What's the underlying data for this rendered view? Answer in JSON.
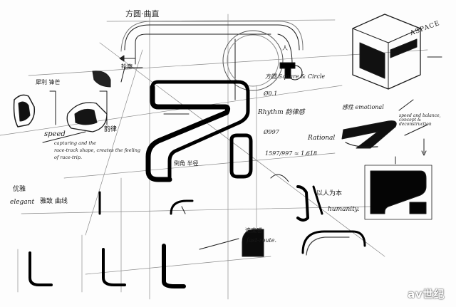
{
  "colors": {
    "ink": "#111111",
    "paper": "#fdfdfd",
    "guide": "#9a9a9a",
    "fill": "#0b0b0b"
  },
  "notes": {
    "top_title": "方圆·曲直",
    "square_circle": "方圆 Square & Circle",
    "d0_1": "Ø0.1",
    "rhythm": "Rhythm 韵律感",
    "d997": "Ø997",
    "ratio": "1597/997 ≈ 1.618",
    "rational": "Rational",
    "sense": "感性 emotional",
    "speed_note": "speed and balance, concept & deconstruction",
    "humanity_cn": "以人为本",
    "humanity": "humanity.",
    "elegant_cn": "优雅",
    "elegant": "elegant",
    "elegant_tag": "雅致 曲线",
    "sharp_cn": "犀利 锋芒",
    "speed": "speed",
    "rhythm_cn": "韵律",
    "outline_cn": "轮廓",
    "track_line1": "capturing and the",
    "track_line2": "race-track shape, creates the feeling",
    "track_line3": "of race-trip.",
    "hatch_cn": "倒角 半径",
    "flat_cn": "速度感",
    "fast": "fast-route.",
    "aspace": "ASPACE",
    "ren_cn": "人"
  },
  "watermark": "av世纪"
}
